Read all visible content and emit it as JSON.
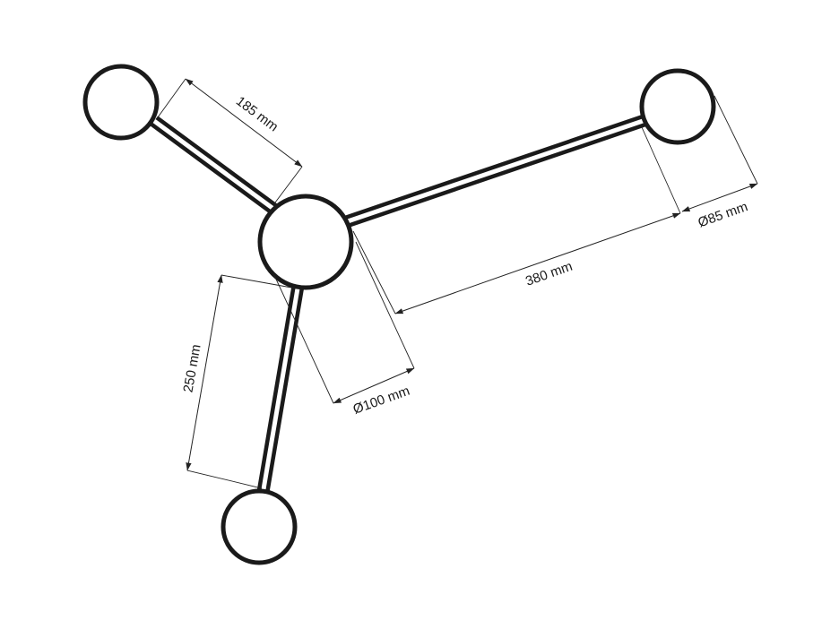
{
  "colors": {
    "background": "#ffffff",
    "fixture_stroke": "#1a1a1a",
    "globe_fill": "#ffffff"
  },
  "dimensions": {
    "arm_upper_left": "185 mm",
    "arm_right": "380 mm",
    "arm_lower": "250 mm",
    "center_globe_diameter": "Ø100 mm",
    "small_globe_diameter": "Ø85 mm"
  }
}
